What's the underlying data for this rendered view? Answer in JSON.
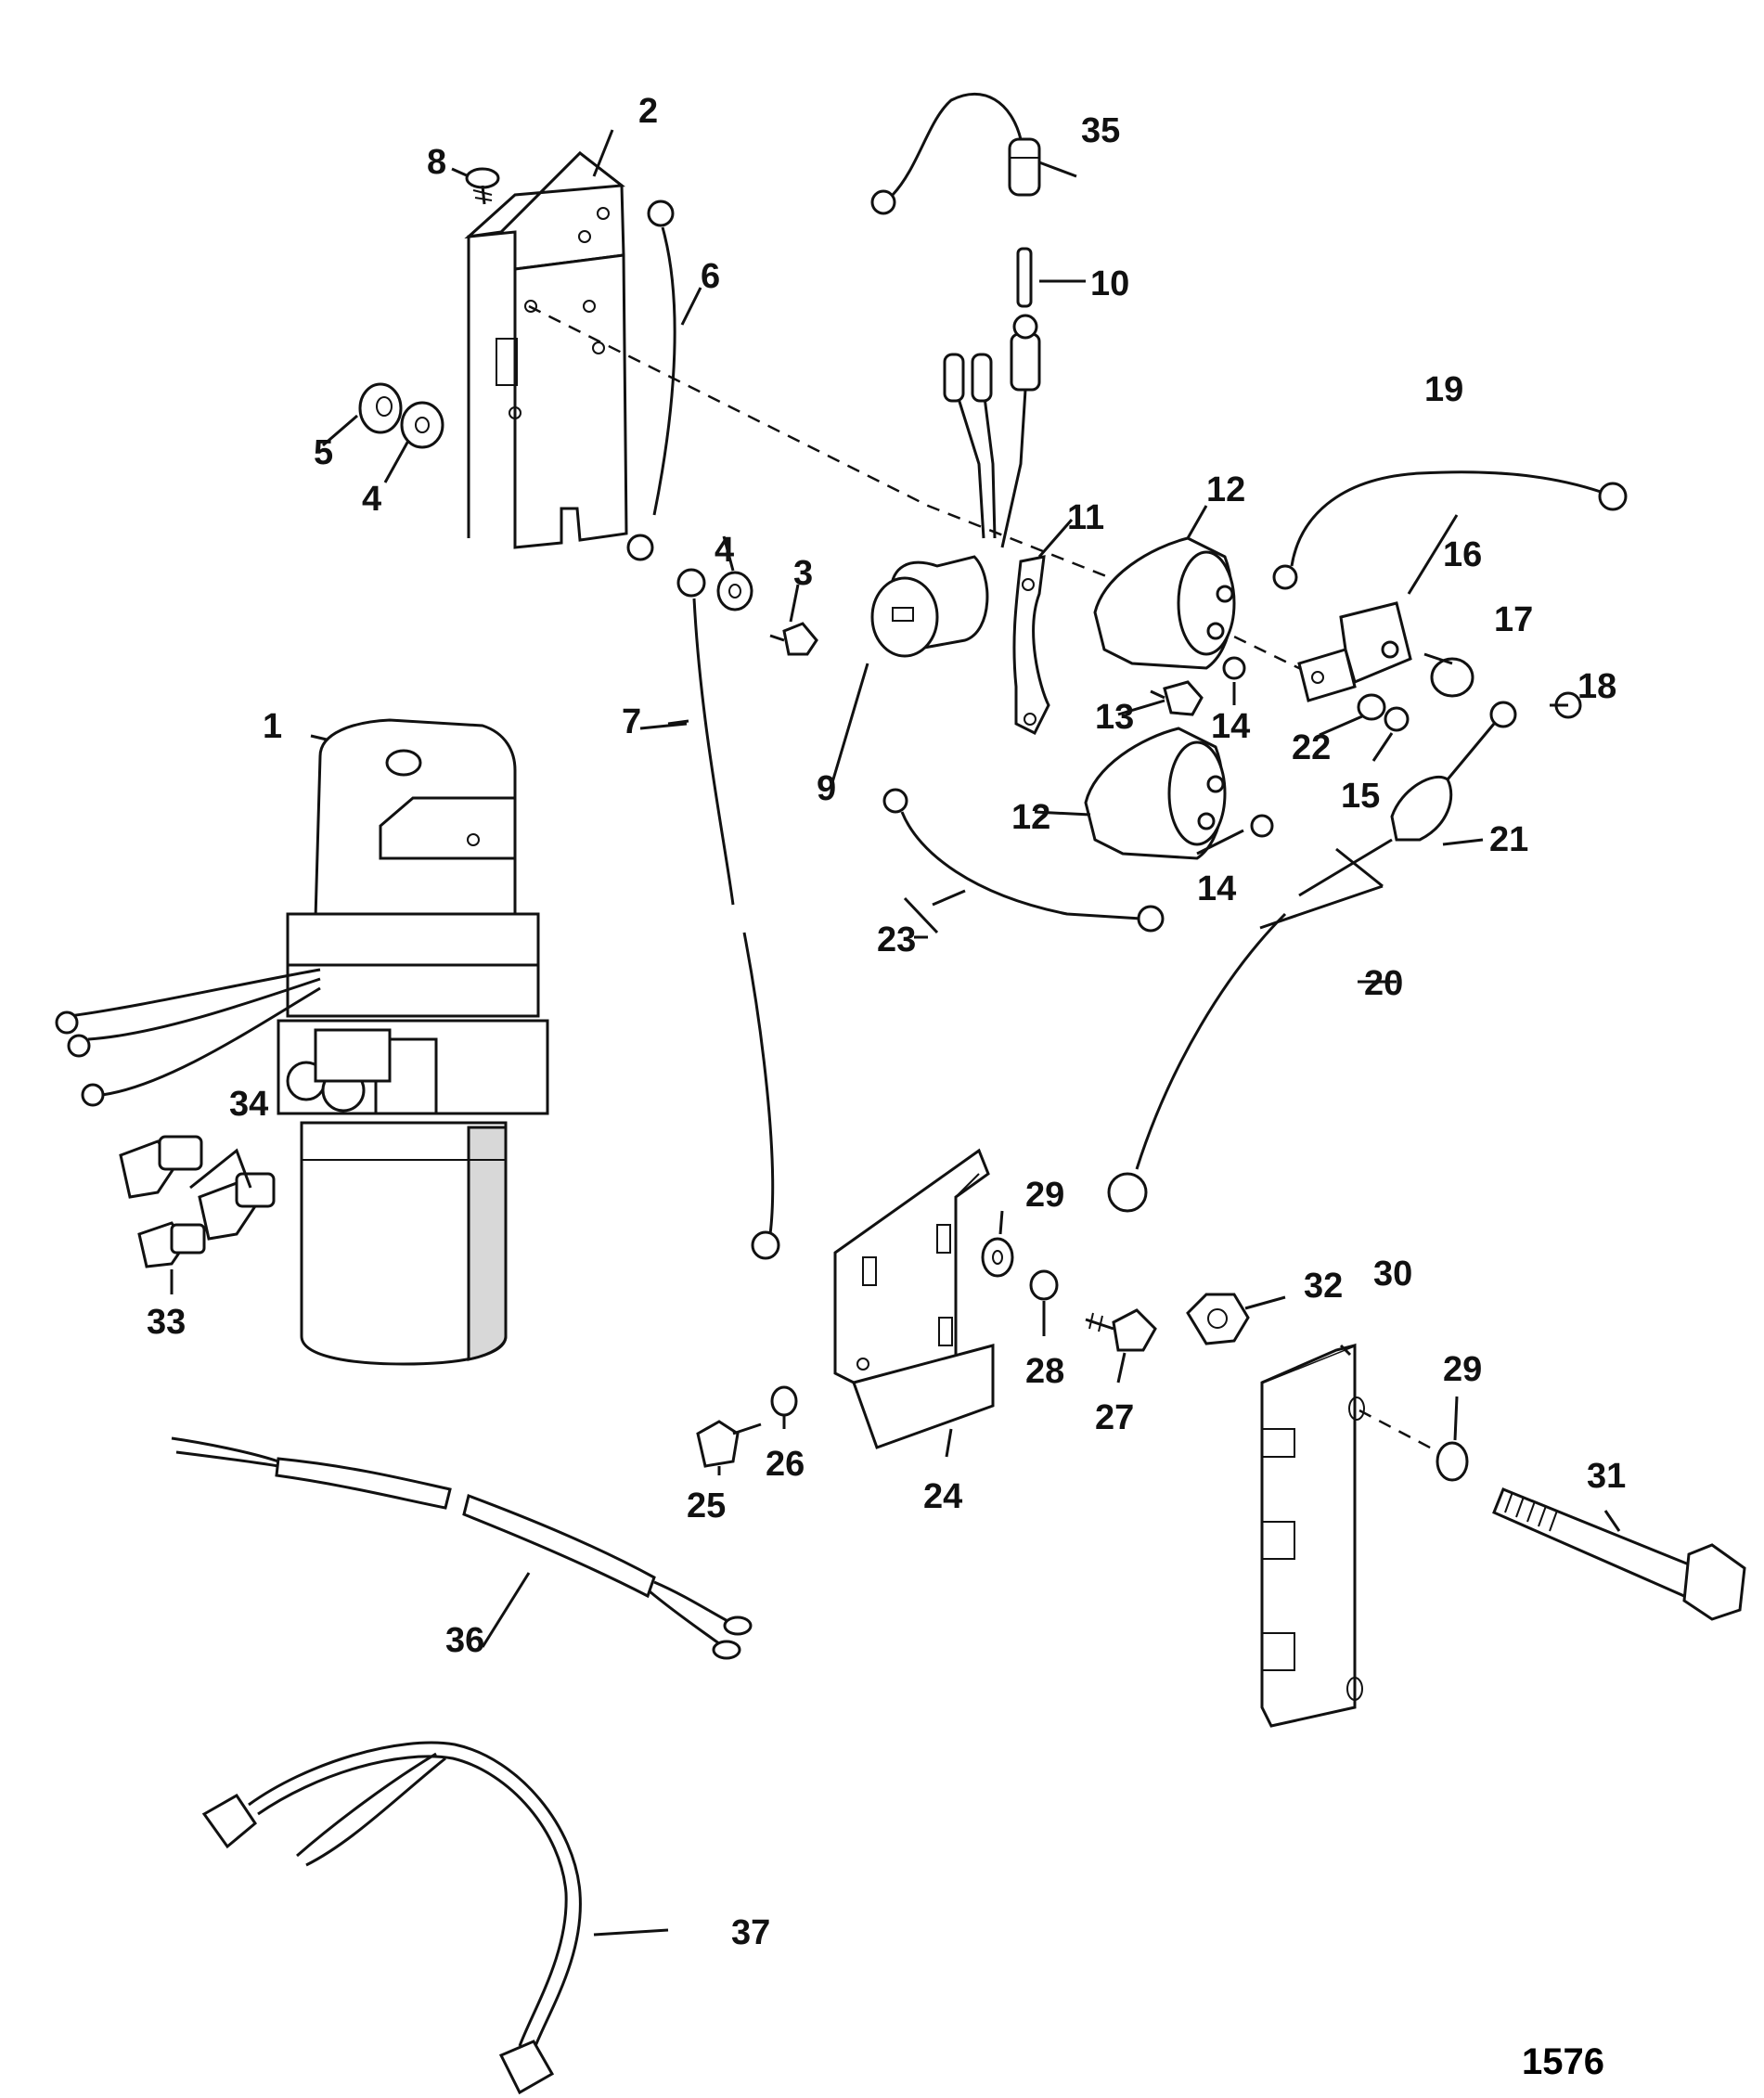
{
  "diagram": {
    "figure_number": "1576",
    "callouts": {
      "c1": "1",
      "c2": "2",
      "c3": "3",
      "c4a": "4",
      "c4b": "4",
      "c5": "5",
      "c6": "6",
      "c7": "7",
      "c8": "8",
      "c9": "9",
      "c10": "10",
      "c11": "11",
      "c12a": "12",
      "c12b": "12",
      "c13": "13",
      "c14a": "14",
      "c14b": "14",
      "c15": "15",
      "c16": "16",
      "c17": "17",
      "c18": "18",
      "c19": "19",
      "c20": "20",
      "c21": "21",
      "c22": "22",
      "c23": "23",
      "c24": "24",
      "c25": "25",
      "c26": "26",
      "c27": "27",
      "c28": "28",
      "c29a": "29",
      "c29b": "29",
      "c30": "30",
      "c31": "31",
      "c32": "32",
      "c33": "33",
      "c34": "34",
      "c35": "35",
      "c36": "36",
      "c37": "37"
    }
  }
}
